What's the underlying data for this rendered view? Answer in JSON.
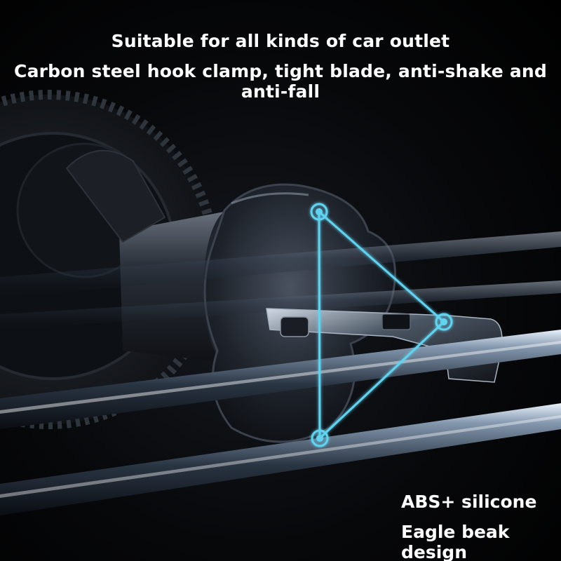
{
  "headline": {
    "line1": "Suitable for all kinds of car outlet",
    "line2": "Carbon steel hook clamp, tight blade, anti-shake and anti-fall"
  },
  "features": [
    "ABS+ silicone",
    "Eagle beak design"
  ],
  "colors": {
    "background": "#000000",
    "text": "#ffffff",
    "accent": "#5fd3f0"
  }
}
